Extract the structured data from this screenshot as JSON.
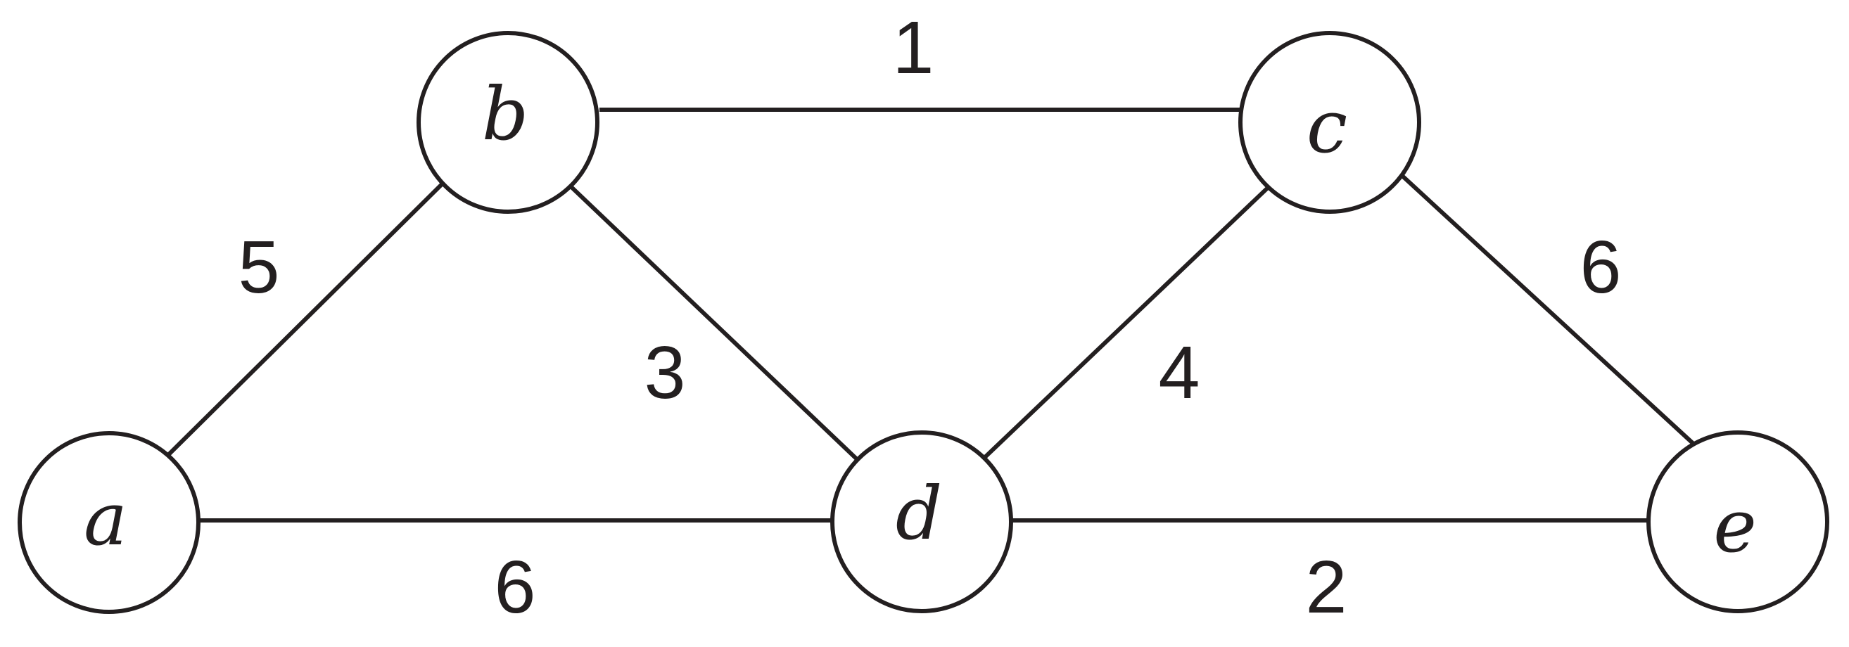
{
  "graph": {
    "nodes": [
      {
        "id": "a",
        "label": "a"
      },
      {
        "id": "b",
        "label": "b"
      },
      {
        "id": "c",
        "label": "c"
      },
      {
        "id": "d",
        "label": "d"
      },
      {
        "id": "e",
        "label": "e"
      }
    ],
    "edges": [
      {
        "from": "b",
        "to": "c",
        "weight": "1"
      },
      {
        "from": "a",
        "to": "b",
        "weight": "5"
      },
      {
        "from": "b",
        "to": "d",
        "weight": "3"
      },
      {
        "from": "c",
        "to": "d",
        "weight": "4"
      },
      {
        "from": "c",
        "to": "e",
        "weight": "6"
      },
      {
        "from": "a",
        "to": "d",
        "weight": "6"
      },
      {
        "from": "d",
        "to": "e",
        "weight": "2"
      }
    ]
  },
  "colors": {
    "stroke": "#231f20",
    "background": "#ffffff"
  }
}
